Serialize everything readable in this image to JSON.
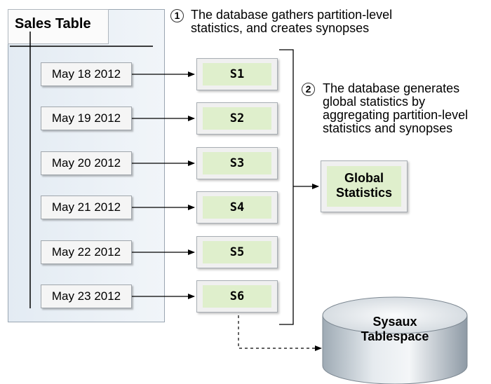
{
  "sales_table": {
    "title": "Sales Table",
    "partitions": [
      "May 18 2012",
      "May 19 2012",
      "May 20 2012",
      "May 21 2012",
      "May 22 2012",
      "May 23 2012"
    ]
  },
  "synopses": [
    "S1",
    "S2",
    "S3",
    "S4",
    "S5",
    "S6"
  ],
  "step1": {
    "number": "1",
    "line1": "The database gathers partition-level",
    "line2": "statistics, and creates synopses"
  },
  "step2": {
    "number": "2",
    "line1": "The database generates",
    "line2": "global statistics by",
    "line3": "aggregating partition-level",
    "line4": "statistics and synopses"
  },
  "global_stats": {
    "line1": "Global",
    "line2": "Statistics"
  },
  "sysaux": {
    "line1": "Sysaux",
    "line2": "Tablespace"
  }
}
